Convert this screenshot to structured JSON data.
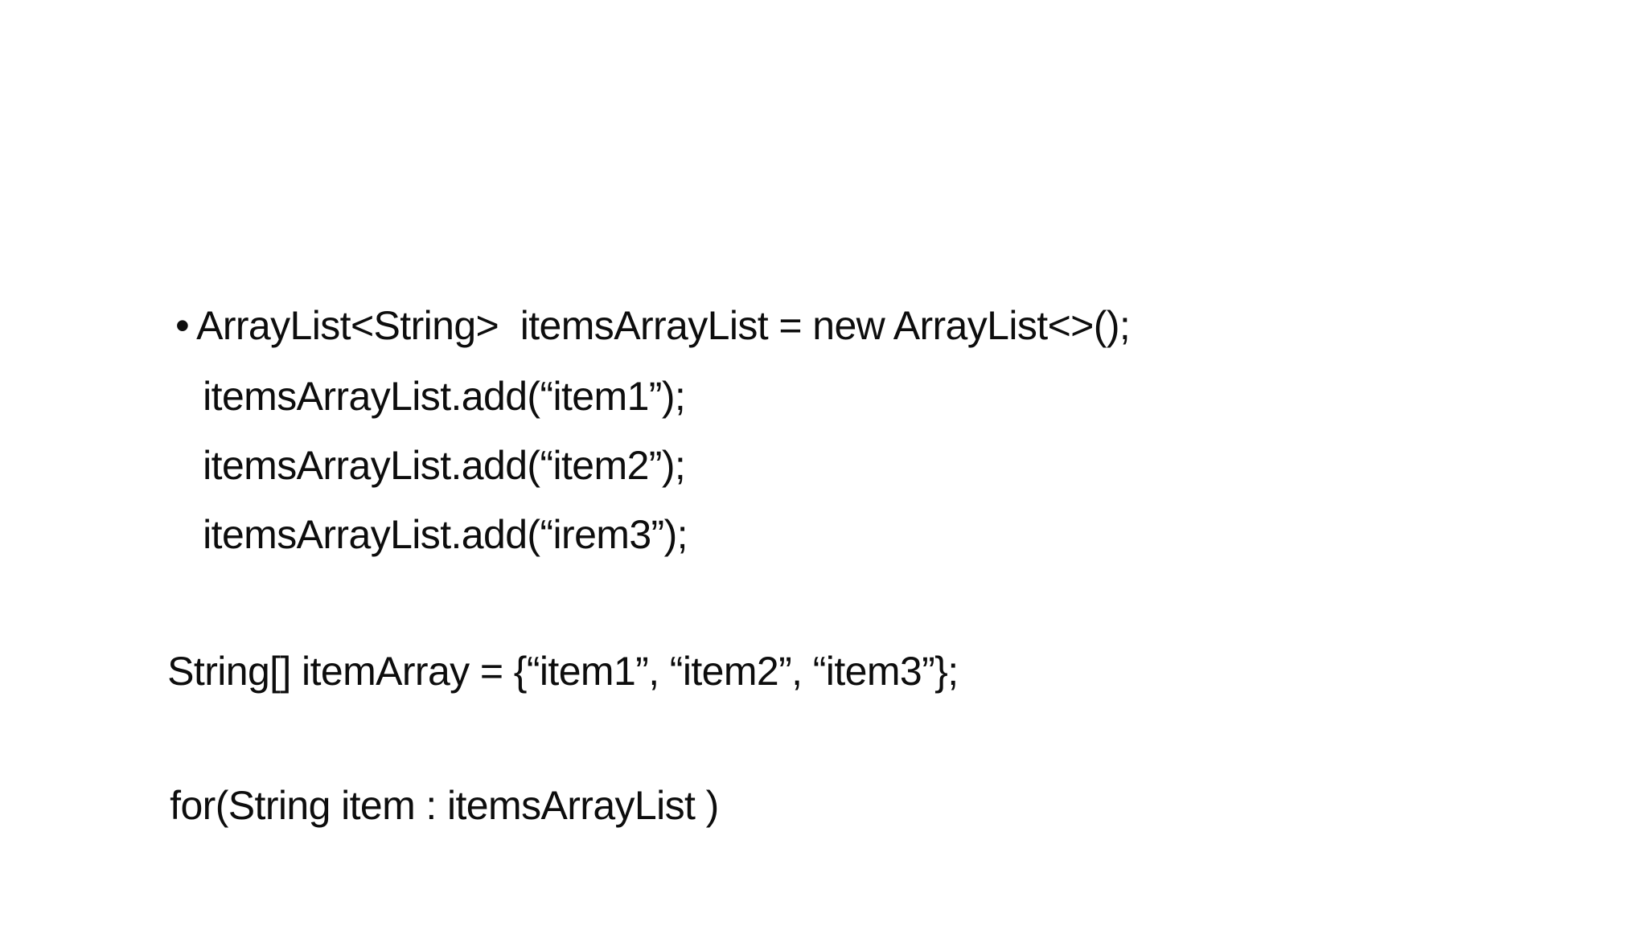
{
  "slide": {
    "background": "#ffffff",
    "text_color": "#0d0d0d",
    "bullet": "•",
    "lines": [
      {
        "text": "ArrayList<String>  itemsArrayList = new ArrayList<>();"
      },
      {
        "text": "itemsArrayList.add(“item1”);"
      },
      {
        "text": "itemsArrayList.add(“item2”);"
      },
      {
        "text": "itemsArrayList.add(“irem3”);"
      },
      {
        "text": "String[] itemArray = {“item1”, “item2”, “item3”};"
      },
      {
        "text": "for(String item : itemsArrayList )"
      }
    ]
  }
}
